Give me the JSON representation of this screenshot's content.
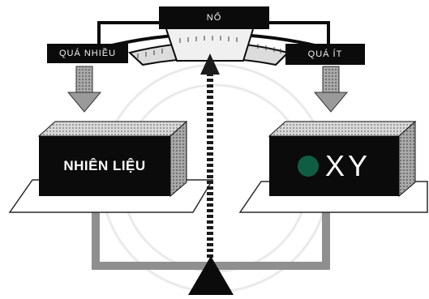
{
  "gauge": {
    "title": "NỔ"
  },
  "left": {
    "label": "QUÁ NHIỀU",
    "block": "NHIÊN LIỆU"
  },
  "right": {
    "label": "QUÁ ÍT",
    "block": "XY",
    "dot_color": "#0f5e43"
  },
  "colors": {
    "ink": "#0b0b0b",
    "arrow": "#8a8a8a",
    "panel_top": "#b5b5b5"
  }
}
